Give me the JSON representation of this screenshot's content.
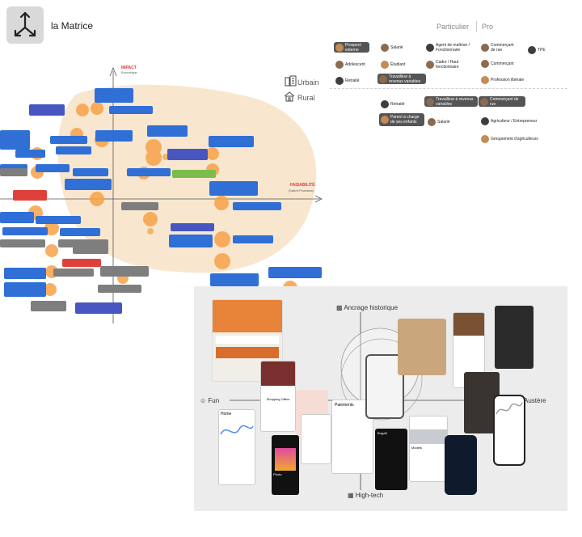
{
  "header": {
    "app_title": "la Matrice",
    "logo_icon": "arrows-split-icon"
  },
  "matrix": {
    "y_axis_title": "IMPACT",
    "y_axis_subtitle": "Economique",
    "x_axis_title": "FAISABILITÉ",
    "x_axis_subtitle": "(Data et Processus)"
  },
  "personas": {
    "col_particulier": "Particulier",
    "col_pro": "Pro",
    "row_urbain": "Urbain",
    "row_rural": "Rural",
    "urbain_particulier": [
      "Prospect externe",
      "Salarié",
      "Agent de maîtrise / Fonctionnaire",
      "Adolescent",
      "Étudiant",
      "Cadre / Haut fonctionnaire",
      "Retraité",
      "Travailleur à revenus variables"
    ],
    "urbain_pro": [
      "Commerçant de rue",
      "TPE",
      "Commerçant",
      "Profession libérale"
    ],
    "rural_particulier": [
      "Retraité",
      "Travailleur à revenus variables",
      "Parent à charge de ses enfants",
      "Salarié"
    ],
    "rural_pro": [
      "Commerçant de rue",
      "Agriculteur / Entrepreneur",
      "Groupement d'agriculteurs"
    ]
  },
  "moodboard": {
    "top_label": "Ancrage historique",
    "bottom_label": "High-tech",
    "left_label": "Fun",
    "right_label": "Austère",
    "app_screens": [
      {
        "text": "Paiements"
      },
      {
        "text": "Bugzill"
      },
      {
        "text": "Models"
      },
      {
        "text": "Photo"
      },
      {
        "text": "Home"
      },
      {
        "text": "Shopping Offers"
      }
    ]
  }
}
